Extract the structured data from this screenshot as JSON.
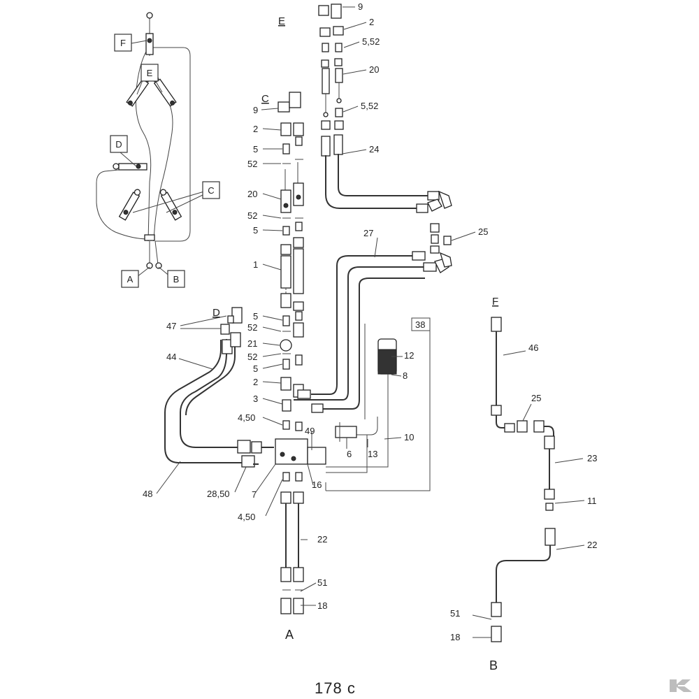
{
  "page_number": "178 c",
  "overview": {
    "labels": [
      "F",
      "E",
      "D",
      "C",
      "A",
      "B"
    ]
  },
  "sections": {
    "E": "E",
    "C": "C",
    "D": "D",
    "F": "F"
  },
  "outlets": {
    "A": "A",
    "B": "B"
  },
  "callouts": {
    "e9": "9",
    "e2": "2",
    "e552a": "5,52",
    "e20": "20",
    "e552b": "5,52",
    "e24": "24",
    "c9": "9",
    "c2": "2",
    "c5": "5",
    "c52a": "52",
    "c20": "20",
    "c52b": "52",
    "c5b": "5",
    "c1": "1",
    "c5c": "5",
    "c52c": "52",
    "c21": "21",
    "c52d": "52",
    "c5d": "5",
    "c2b": "2",
    "c3": "3",
    "c450a": "4,50",
    "c49": "49",
    "c7": "7",
    "c450b": "4,50",
    "c16": "16",
    "c2850": "28,50",
    "c48": "48",
    "c44": "44",
    "c47": "47",
    "c22": "22",
    "c51": "51",
    "c18": "18",
    "m27": "27",
    "m25": "25",
    "m38": "38",
    "m12": "12",
    "m8": "8",
    "m6": "6",
    "m13": "13",
    "m10": "10",
    "f46": "46",
    "f25": "25",
    "f23": "23",
    "f11": "11",
    "f22": "22",
    "f51": "51",
    "f18": "18"
  },
  "colors": {
    "line": "#333333",
    "logo": "#bdbdbd"
  },
  "icons": {
    "logo": "brand-k-logo-icon"
  }
}
